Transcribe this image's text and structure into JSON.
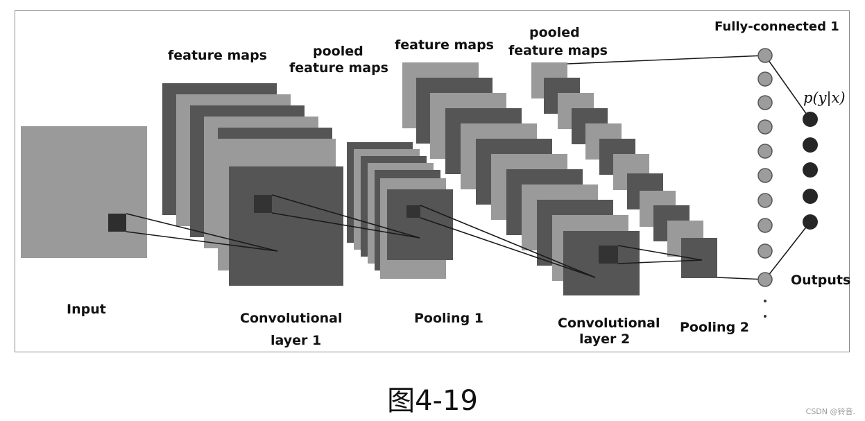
{
  "labels": {
    "input": "Input",
    "feature_maps_1": "feature maps",
    "pooled_feature_maps_1_line1": "pooled",
    "pooled_feature_maps_1_line2": "feature maps",
    "feature_maps_2": "feature maps",
    "pooled_feature_maps_2_line1": "pooled",
    "pooled_feature_maps_2_line2": "feature maps",
    "fully_connected": "Fully-connected 1",
    "probability": "p(y|x)",
    "outputs": "Outputs",
    "conv1_line1": "Convolutional",
    "conv1_line2": "layer 1",
    "pooling1": "Pooling 1",
    "conv2_line1": "Convolutional",
    "conv2_line2": "layer 2",
    "pooling2": "Pooling 2",
    "ellipsis": "·\n·"
  },
  "caption": "图4-19",
  "watermark": "CSDN @铃音.",
  "colors": {
    "light_gray": "#9a9a9a",
    "dark_gray": "#555555",
    "node_gray": "#9c9c9c",
    "node_dark": "#262626",
    "line": "#1a1a1a"
  }
}
